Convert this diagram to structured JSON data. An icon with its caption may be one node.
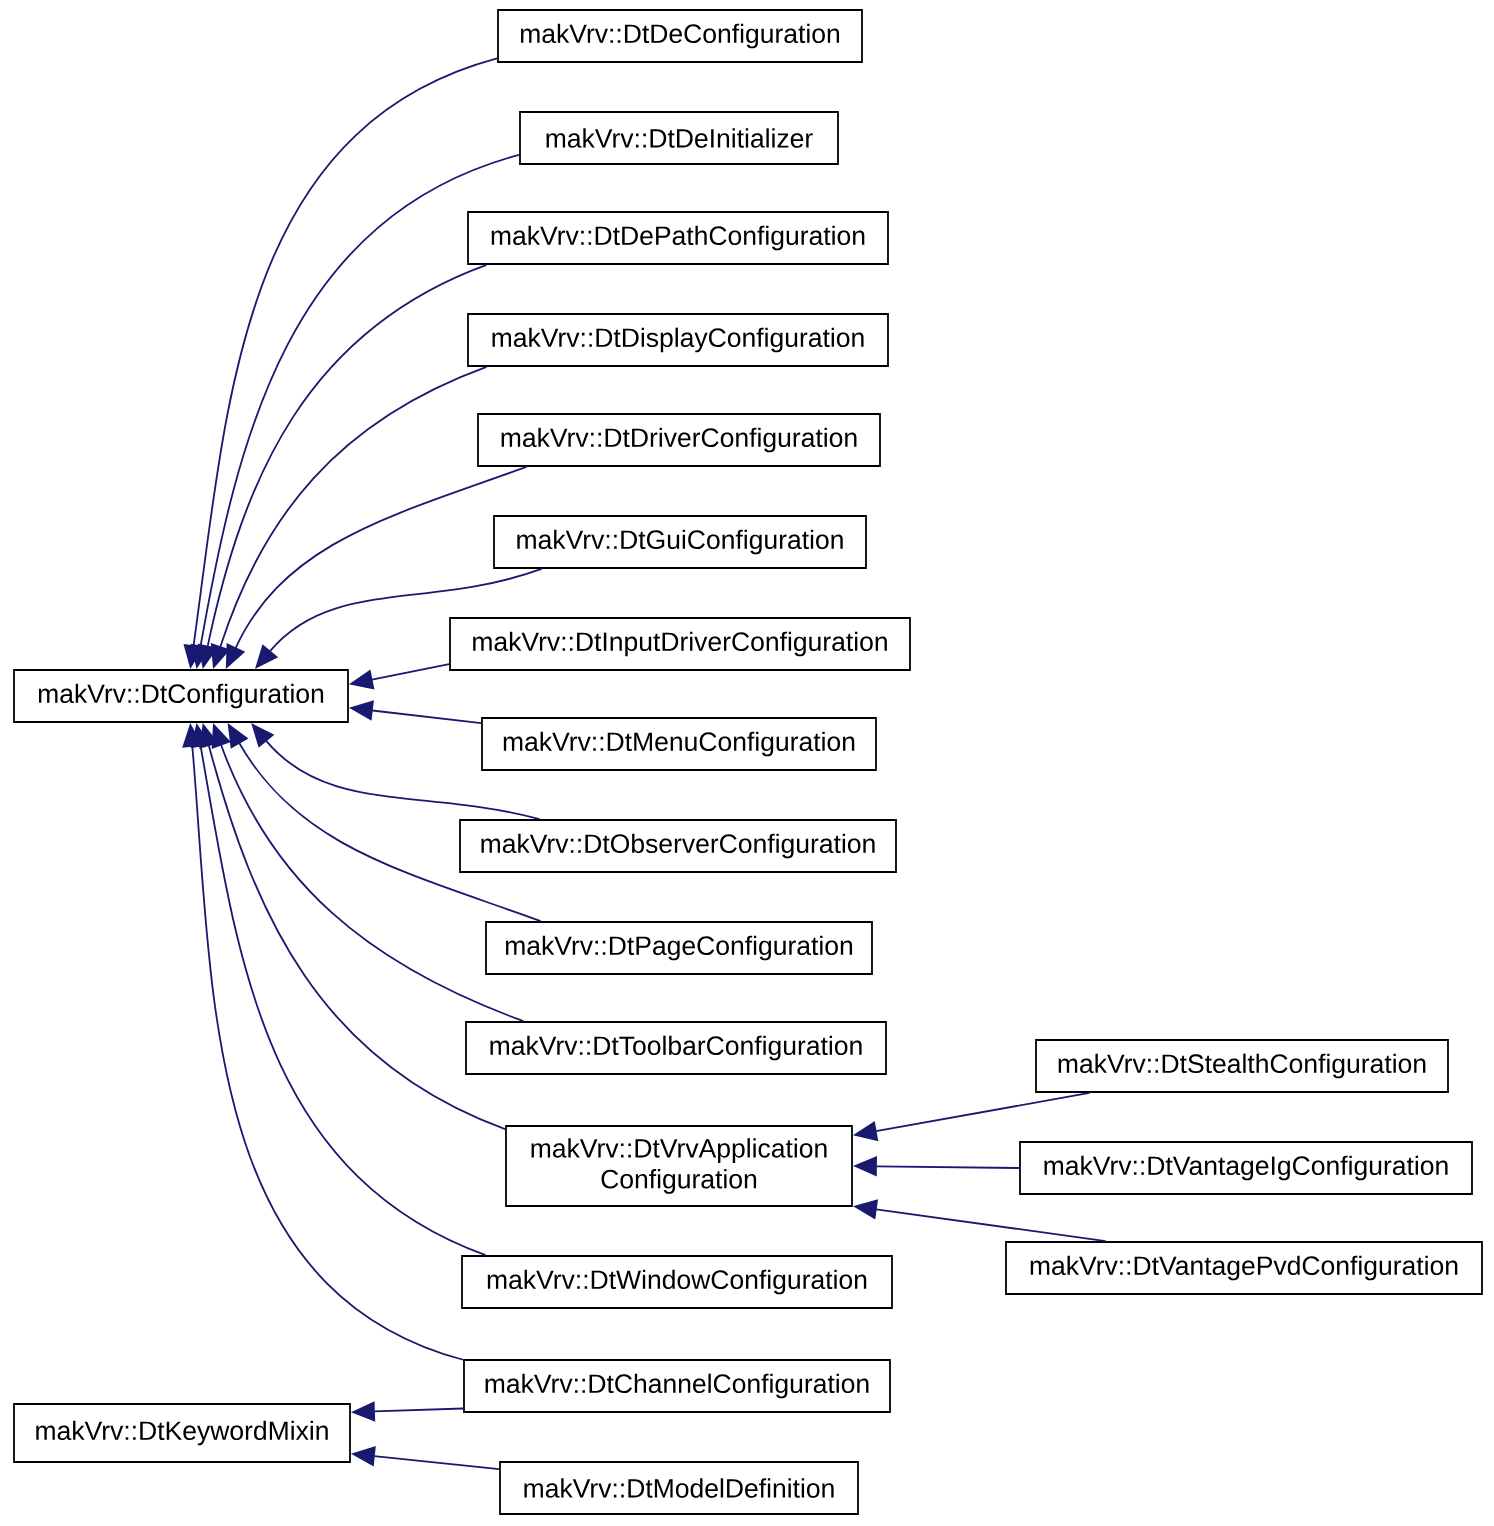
{
  "diagram": {
    "nodes": [
      {
        "text": [
          "makVrv::DtConfiguration"
        ]
      },
      {
        "text": [
          "makVrv::DtKeywordMixin"
        ]
      },
      {
        "text": [
          "makVrv::DtDeConfiguration"
        ]
      },
      {
        "text": [
          "makVrv::DtDeInitializer"
        ]
      },
      {
        "text": [
          "makVrv::DtDePathConfiguration"
        ]
      },
      {
        "text": [
          "makVrv::DtDisplayConfiguration"
        ]
      },
      {
        "text": [
          "makVrv::DtDriverConfiguration"
        ]
      },
      {
        "text": [
          "makVrv::DtGuiConfiguration"
        ]
      },
      {
        "text": [
          "makVrv::DtInputDriverConfiguration"
        ]
      },
      {
        "text": [
          "makVrv::DtMenuConfiguration"
        ]
      },
      {
        "text": [
          "makVrv::DtObserverConfiguration"
        ]
      },
      {
        "text": [
          "makVrv::DtPageConfiguration"
        ]
      },
      {
        "text": [
          "makVrv::DtToolbarConfiguration"
        ]
      },
      {
        "text": [
          "makVrv::DtVrvApplication Configuration"
        ]
      },
      {
        "text": [
          "makVrv::DtWindowConfiguration"
        ]
      },
      {
        "text": [
          "makVrv::DtChannelConfiguration"
        ]
      },
      {
        "text": [
          "makVrv::DtModelDefinition"
        ]
      },
      {
        "text": [
          "makVrv::DtStealthConfiguration"
        ]
      },
      {
        "text": [
          "makVrv::DtVantageIgConfiguration"
        ]
      },
      {
        "text": [
          "makVrv::DtVantagePvdConfiguration"
        ]
      }
    ],
    "edges": [
      {
        "from": 2,
        "to": 0,
        "arrow": "to"
      },
      {
        "from": 3,
        "to": 0,
        "arrow": "to"
      },
      {
        "from": 4,
        "to": 0,
        "arrow": "to"
      },
      {
        "from": 5,
        "to": 0,
        "arrow": "to"
      },
      {
        "from": 6,
        "to": 0,
        "arrow": "to"
      },
      {
        "from": 7,
        "to": 0,
        "arrow": "to"
      },
      {
        "from": 8,
        "to": 0,
        "arrow": "to"
      },
      {
        "from": 9,
        "to": 0,
        "arrow": "to"
      },
      {
        "from": 10,
        "to": 0,
        "arrow": "to"
      },
      {
        "from": 11,
        "to": 0,
        "arrow": "to"
      },
      {
        "from": 12,
        "to": 0,
        "arrow": "to"
      },
      {
        "from": 13,
        "to": 0,
        "arrow": "to"
      },
      {
        "from": 14,
        "to": 0,
        "arrow": "to"
      },
      {
        "from": 15,
        "to": 0,
        "arrow": "to"
      },
      {
        "from": 15,
        "to": 1,
        "arrow": "to"
      },
      {
        "from": 16,
        "to": 1,
        "arrow": "to"
      },
      {
        "from": 17,
        "to": 13,
        "arrow": "to"
      },
      {
        "from": 18,
        "to": 13,
        "arrow": "to"
      },
      {
        "from": 19,
        "to": 13,
        "arrow": "to"
      }
    ]
  }
}
